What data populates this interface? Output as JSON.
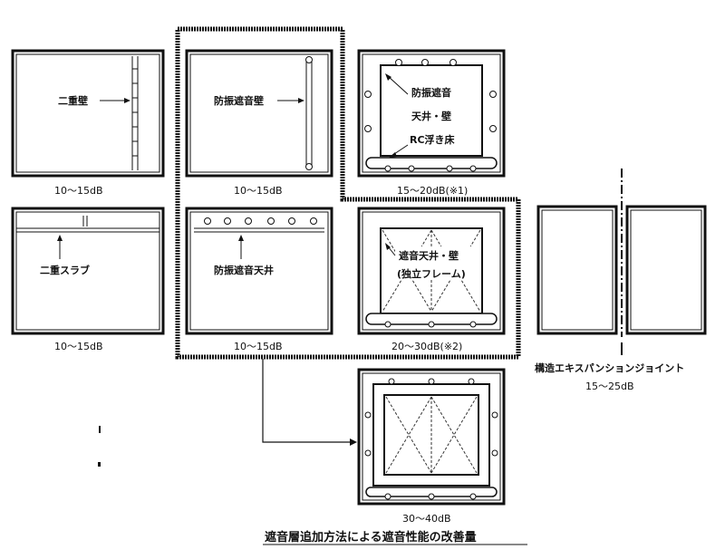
{
  "labels": {
    "double_wall": "二重壁",
    "vib_wall": "防振遮音壁",
    "vib_ceil_wall_1": "防振遮音",
    "vib_ceil_wall_2": "天井・壁",
    "rc_floor": "RC浮き床",
    "double_slab": "二重スラブ",
    "vib_ceiling": "防振遮音天井",
    "frame_1": "遮音天井・壁",
    "frame_2": "(独立フレーム)",
    "expansion_joint": "構造エキスパンションジョイント"
  },
  "values": {
    "double_wall": "10～15dB",
    "vib_wall": "10～15dB",
    "vib_ceil_wall": "15～20dB(※1)",
    "double_slab": "10～15dB",
    "vib_ceiling": "10～15dB",
    "frame": "20～30dB(※2)",
    "expansion_joint": "15～25dB",
    "combined": "30～40dB"
  },
  "caption": "遮音層追加方法による遮音性能の改善量",
  "colors": {
    "ink": "#111111",
    "paper": "#ffffff"
  }
}
